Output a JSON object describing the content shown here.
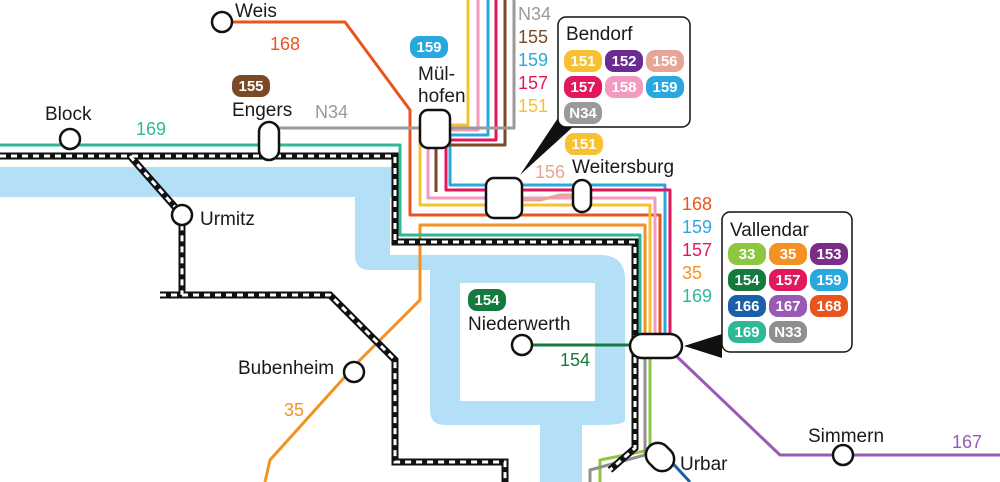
{
  "colors": {
    "water": "#b3e0f7",
    "rail": "#111111",
    "line_168": "#e8541c",
    "line_159": "#29a8e0",
    "line_157": "#e3175c",
    "line_35": "#f39224",
    "line_169": "#2fb897",
    "line_156": "#e6a597",
    "line_151": "#f6c232",
    "line_155": "#7a4a26",
    "line_N34": "#9a9a9a",
    "line_154": "#157a3d",
    "line_167": "#9b59b6",
    "line_158": "#f29ac0",
    "line_152": "#6a2c91",
    "line_153": "#7b2c86",
    "line_33": "#8dc63f",
    "line_166": "#1b5fa8",
    "line_N33": "#8f8f8f"
  },
  "stations": {
    "weis": "Weis",
    "block": "Block",
    "engers": "Engers",
    "muelhofen_1": "Mül-",
    "muelhofen_2": "hofen",
    "urmitz": "Urmitz",
    "weitersburg": "Weitersburg",
    "niederwerth": "Niederwerth",
    "bubenheim": "Bubenheim",
    "simmern": "Simmern",
    "urbar": "Urbar"
  },
  "line_labels": {
    "weis_168": "168",
    "block_169": "169",
    "engers_N34": "N34",
    "bubenheim_35": "35",
    "niederwerth_154": "154",
    "simmern_167": "167",
    "weitersburg_156": "156",
    "stack_muel": [
      "N34",
      "155",
      "159",
      "157",
      "151"
    ],
    "stack_vall": [
      "168",
      "159",
      "157",
      "35",
      "169"
    ]
  },
  "badges": {
    "engers": "155",
    "muelhofen": "159",
    "weitersburg": "151",
    "niederwerth": "154"
  },
  "callouts": {
    "bendorf": {
      "title": "Bendorf",
      "lines": [
        "151",
        "152",
        "156",
        "157",
        "158",
        "159",
        "N34"
      ]
    },
    "vallendar": {
      "title": "Vallendar",
      "lines": [
        "33",
        "35",
        "153",
        "154",
        "157",
        "159",
        "166",
        "167",
        "168",
        "169",
        "N33"
      ]
    }
  }
}
